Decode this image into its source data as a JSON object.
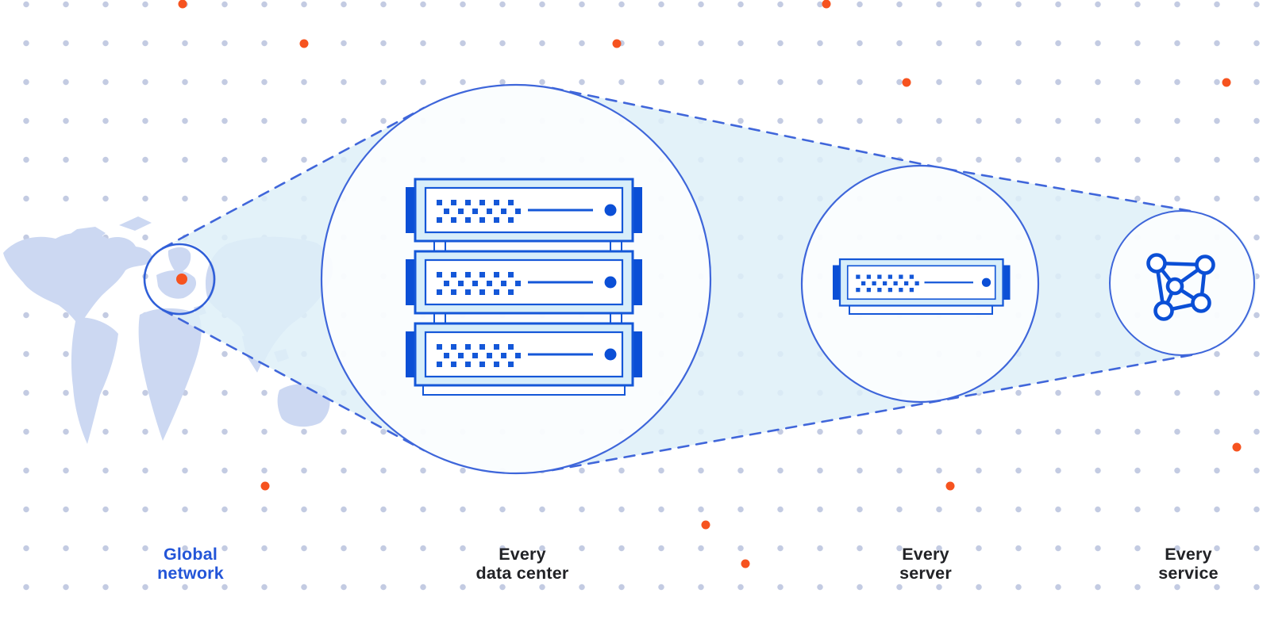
{
  "scene": {
    "description": "Zoom-in progression from a global network map to a data center rack, a single server, and a service icon, connected by dashed zoom beams",
    "stages": [
      {
        "id": "global-network",
        "label": {
          "line1": "Global",
          "line2": "network"
        },
        "icon": "world-map-location-pin"
      },
      {
        "id": "every-data-center",
        "label": {
          "line1": "Every",
          "line2": "data center"
        },
        "icon": "server-rack"
      },
      {
        "id": "every-server",
        "label": {
          "line1": "Every",
          "line2": "server"
        },
        "icon": "server-unit"
      },
      {
        "id": "every-service",
        "label": {
          "line1": "Every",
          "line2": "service"
        },
        "icon": "network-graph"
      }
    ],
    "server_units_in_rack": 3,
    "highlight_region": "Europe"
  },
  "colors": {
    "circle_stroke_blue": "#3e66da",
    "server_outline_blue": "#1457d8",
    "server_dark_blue": "#0b4fd6",
    "server_light_fill": "#d7eefa",
    "beam_fill": "#def0f8",
    "map_fill": "#ccd8f2",
    "grid_dot": "#c3cbe2",
    "accent_orange": "#f6531f",
    "label_dark": "#212226",
    "label_blue": "#2355d8"
  }
}
